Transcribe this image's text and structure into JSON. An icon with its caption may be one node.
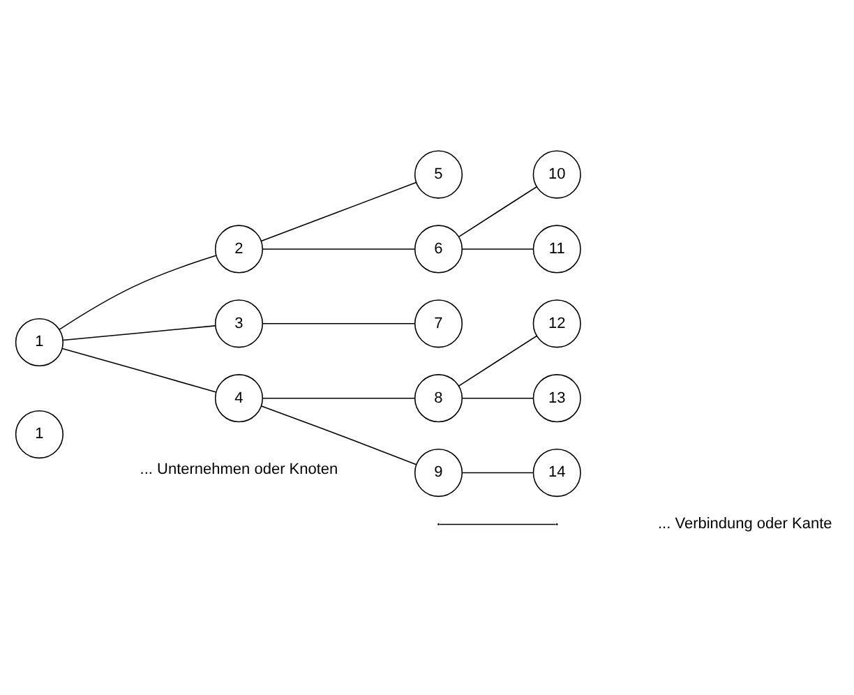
{
  "diagram": {
    "nodes": [
      {
        "text": [
          "1"
        ]
      },
      {
        "text": [
          "2"
        ]
      },
      {
        "text": [
          "3"
        ]
      },
      {
        "text": [
          "4"
        ]
      },
      {
        "text": [
          "5"
        ]
      },
      {
        "text": [
          "6"
        ]
      },
      {
        "text": [
          "7"
        ]
      },
      {
        "text": [
          "8"
        ]
      },
      {
        "text": [
          "9"
        ]
      },
      {
        "text": [
          "10"
        ]
      },
      {
        "text": [
          "11"
        ]
      },
      {
        "text": [
          "12"
        ]
      },
      {
        "text": [
          "13"
        ]
      },
      {
        "text": [
          "14"
        ]
      },
      {
        "text": [
          "1"
        ]
      }
    ],
    "edges": [
      {
        "from": 0,
        "to": 1,
        "arrow": "none"
      },
      {
        "from": 0,
        "to": 2,
        "arrow": "none"
      },
      {
        "from": 0,
        "to": 3,
        "arrow": "none"
      },
      {
        "from": 1,
        "to": 4,
        "arrow": "none"
      },
      {
        "from": 1,
        "to": 5,
        "arrow": "none"
      },
      {
        "from": 2,
        "to": 6,
        "arrow": "none"
      },
      {
        "from": 3,
        "to": 7,
        "arrow": "none"
      },
      {
        "from": 3,
        "to": 8,
        "arrow": "none"
      },
      {
        "from": 5,
        "to": 9,
        "arrow": "none"
      },
      {
        "from": 5,
        "to": 10,
        "arrow": "none"
      },
      {
        "from": 7,
        "to": 11,
        "arrow": "none"
      },
      {
        "from": 7,
        "to": 12,
        "arrow": "none"
      },
      {
        "from": 8,
        "to": 13,
        "arrow": "none"
      }
    ],
    "legend": [
      {
        "text": "... Unternehmen oder Knoten"
      },
      {
        "text": "... Verbindung oder Kante"
      }
    ]
  }
}
